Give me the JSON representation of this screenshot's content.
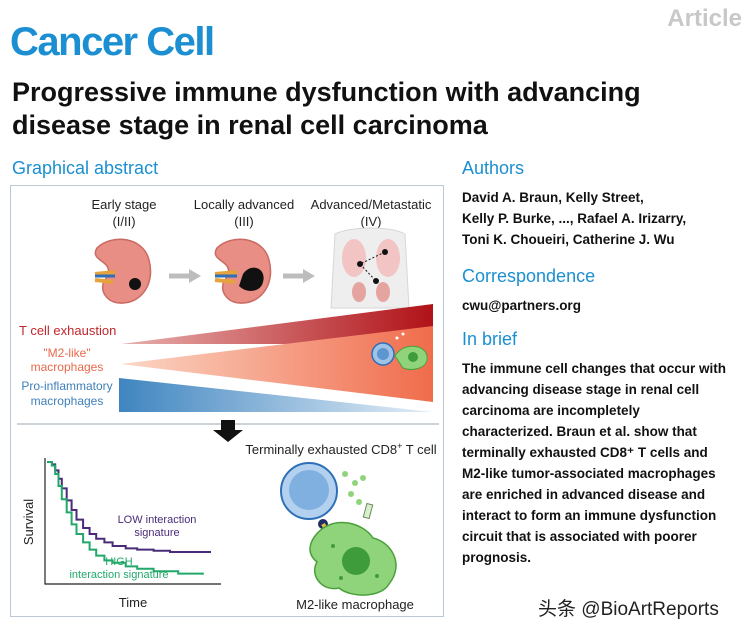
{
  "header": {
    "journal": "Cancer Cell",
    "article_type": "Article",
    "title": "Progressive immune dysfunction with advancing disease stage in renal cell carcinoma"
  },
  "graphical_abstract": {
    "label": "Graphical abstract",
    "stages": [
      {
        "name": "Early stage",
        "code": "(I/II)"
      },
      {
        "name": "Locally advanced",
        "code": "(III)"
      },
      {
        "name": "Advanced/Metastatic",
        "code": "(IV)"
      }
    ],
    "wedges": {
      "t_cell": "T cell exhaustion",
      "m2_line1": "\"M2-like\"",
      "m2_line2": "macrophages",
      "pro_line1": "Pro-inflammatory",
      "pro_line2": "macrophages"
    },
    "cd8_label": "Terminally exhausted CD8",
    "cd8_sup": "+",
    "cd8_suffix": " T cell",
    "m2_label": "M2-like macrophage",
    "survival_plot": {
      "ylabel": "Survival",
      "xlabel": "Time",
      "low_line1": "LOW interaction",
      "low_line2": "signature",
      "high_line1": "HIGH",
      "high_line2": "interaction signature"
    }
  },
  "chart_data": {
    "type": "line",
    "xlabel": "Time",
    "ylabel": "Survival",
    "series": [
      {
        "name": "LOW interaction signature",
        "color": "#4a2b7a",
        "x": [
          0,
          3,
          5,
          7,
          9,
          12,
          15,
          18,
          22,
          26,
          30,
          35,
          40,
          48,
          55,
          65,
          75,
          100
        ],
        "y": [
          1.0,
          0.98,
          0.93,
          0.86,
          0.78,
          0.68,
          0.6,
          0.52,
          0.45,
          0.4,
          0.36,
          0.33,
          0.3,
          0.28,
          0.27,
          0.26,
          0.25,
          0.25
        ]
      },
      {
        "name": "HIGH interaction signature",
        "color": "#22a86a",
        "x": [
          0,
          3,
          5,
          7,
          9,
          12,
          15,
          18,
          22,
          26,
          30,
          35,
          40,
          48,
          55,
          65,
          80,
          95
        ],
        "y": [
          1.0,
          0.97,
          0.9,
          0.8,
          0.69,
          0.58,
          0.48,
          0.4,
          0.33,
          0.27,
          0.22,
          0.18,
          0.16,
          0.13,
          0.11,
          0.09,
          0.07,
          0.06
        ]
      }
    ],
    "xlim": [
      0,
      100
    ],
    "ylim": [
      0,
      1
    ]
  },
  "authors": {
    "heading": "Authors",
    "lines": [
      "David A. Braun, Kelly Street,",
      "Kelly P. Burke, ..., Rafael A. Irizarry,",
      "Toni K. Choueiri, Catherine J. Wu"
    ]
  },
  "correspondence": {
    "heading": "Correspondence",
    "email": "cwu@partners.org"
  },
  "in_brief": {
    "heading": "In brief",
    "lines": [
      "The immune cell changes that occur with",
      "advancing disease stage in renal cell",
      "carcinoma are incompletely",
      "characterized. Braun et al. show that",
      "terminally exhausted CD8⁺ T cells and",
      "M2-like tumor-associated macrophages",
      "are enriched in advanced disease and",
      "interact to form an immune dysfunction",
      "circuit that is associated with poorer",
      "prognosis."
    ]
  },
  "watermark": "头条 @BioArtReports",
  "colors": {
    "accent": "#1b8fd1",
    "t_cell": "#b3161c",
    "m2": "#f2785a",
    "pro": "#4f8fc4"
  }
}
